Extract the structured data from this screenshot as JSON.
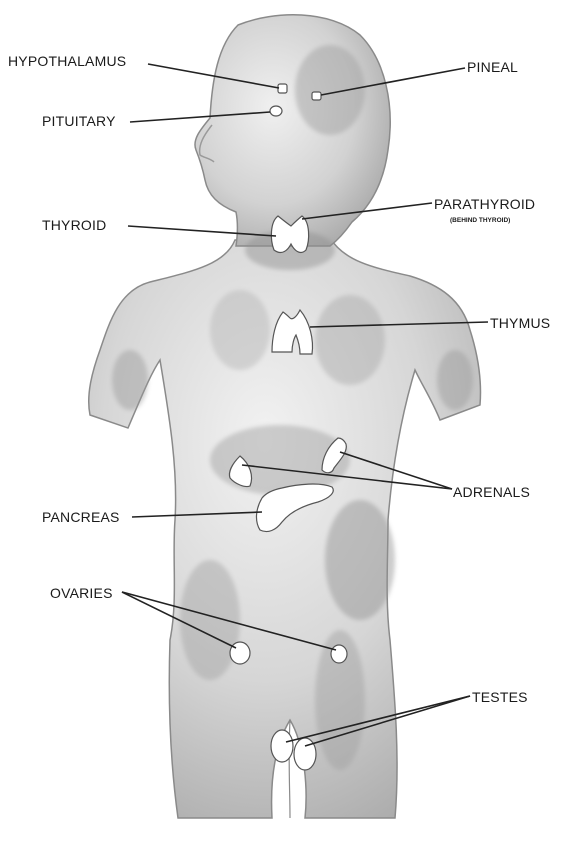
{
  "labels": {
    "hypothalamus": "HYPOTHALAMUS",
    "pineal": "PINEAL",
    "pituitary": "PITUITARY",
    "parathyroid": "PARATHYROID",
    "parathyroid_note": "(BEHIND THYROID)",
    "thyroid": "THYROID",
    "thymus": "THYMUS",
    "adrenals": "ADRENALS",
    "pancreas": "PANCREAS",
    "ovaries": "OVARIES",
    "testes": "TESTES"
  },
  "colors": {
    "body_light": "#e6e6e6",
    "body_mid": "#c9c9c9",
    "body_dark": "#9a9a9a",
    "gland_fill": "#ffffff",
    "leader_line": "#222222"
  }
}
